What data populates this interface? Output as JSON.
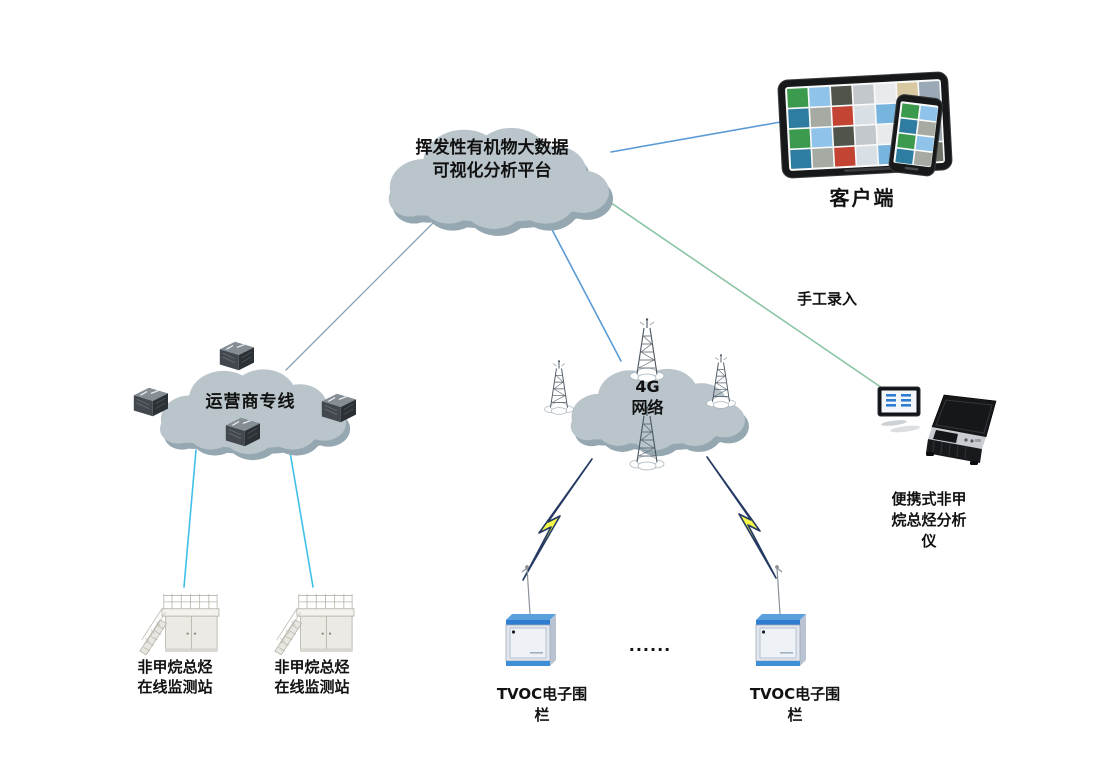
{
  "nodes": {
    "platform": {
      "lines": [
        "挥发性有机物大数据",
        "可视化分析平台"
      ]
    },
    "client": {
      "label": "客户端",
      "tile_palette": [
        "#3c9a4e",
        "#b9beb6",
        "#c44434",
        "#3e7fc4",
        "#e8eaec",
        "#8fc3ea",
        "#6f746b",
        "#d9e0e5",
        "#2e7da0",
        "#d8c9a3",
        "#50554b",
        "#f0f0ee",
        "#77b5de",
        "#a5aaa2",
        "#9aa9b5",
        "#c2c8cc"
      ]
    },
    "operator_cloud": {
      "label": "运营商专线"
    },
    "g4_cloud": {
      "lines": [
        "4G",
        "网络"
      ]
    },
    "manual_entry": {
      "label": "手工录入"
    },
    "portable_analyzer": {
      "lines": [
        "便携式非甲",
        "烷总烃分析",
        "仪"
      ]
    },
    "station_left": {
      "lines": [
        "非甲烷总烃",
        "在线监测站"
      ]
    },
    "station_right": {
      "lines": [
        "非甲烷总烃",
        "在线监测站"
      ]
    },
    "tvoc_left": {
      "lines": [
        "TVOC电子围",
        "栏"
      ]
    },
    "tvoc_right": {
      "lines": [
        "TVOC电子围",
        "栏"
      ]
    },
    "ellipsis": {
      "label": "......"
    }
  },
  "colors": {
    "cloud_fill": "#b9c5cb",
    "cloud_shadow": "#95a7b0",
    "line_blue": "#5b9bd5",
    "line_gray": "#86a0b5",
    "line_green": "#8cc5a5",
    "line_cyan": "#3fc0e8",
    "bolt_fill": "#f4f84a",
    "bolt_stroke": "#253a63"
  }
}
